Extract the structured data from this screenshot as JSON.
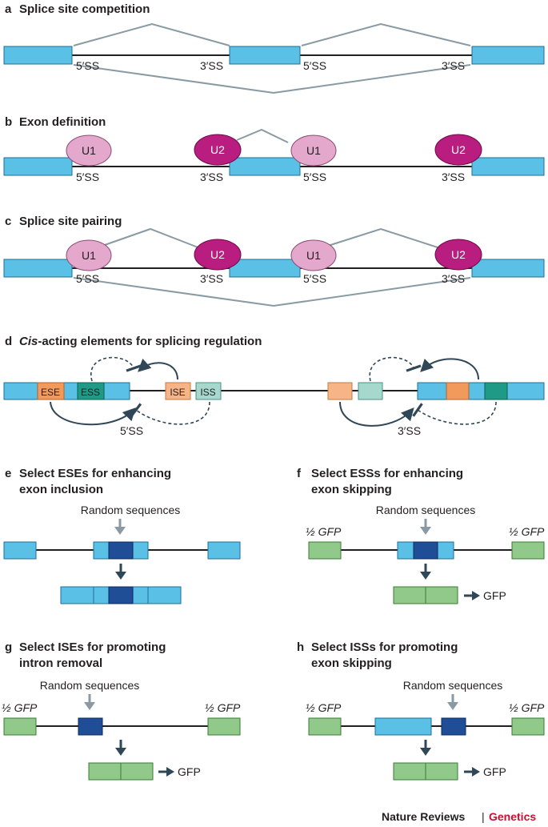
{
  "panels": {
    "a": {
      "letter": "a",
      "title": "Splice site competition",
      "labels": [
        "5′SS",
        "3′SS",
        "5′SS",
        "3′SS"
      ]
    },
    "b": {
      "letter": "b",
      "title": "Exon definition",
      "labels": [
        "5′SS",
        "3′SS",
        "5′SS",
        "3′SS"
      ],
      "proteins": [
        "U1",
        "U2",
        "U1",
        "U2"
      ]
    },
    "c": {
      "letter": "c",
      "title": "Splice site pairing",
      "labels": [
        "5′SS",
        "3′SS",
        "5′SS",
        "3′SS"
      ],
      "proteins": [
        "U1",
        "U2",
        "U1",
        "U2"
      ]
    },
    "d": {
      "letter": "d",
      "title_italic": "Cis",
      "title_rest": "-acting elements for splicing regulation",
      "elements": [
        "ESE",
        "ESS",
        "ISE",
        "ISS"
      ],
      "labels": [
        "5′SS",
        "3′SS"
      ]
    },
    "e": {
      "letter": "e",
      "title_line1": "Select ESEs for enhancing",
      "title_line2": "exon inclusion",
      "random": "Random sequences"
    },
    "f": {
      "letter": "f",
      "title_line1": "Select ESSs for enhancing",
      "title_line2": "exon skipping",
      "random": "Random sequences",
      "half_gfp": "½ GFP",
      "gfp": "GFP"
    },
    "g": {
      "letter": "g",
      "title_line1": "Select ISEs for promoting",
      "title_line2": "intron removal",
      "random": "Random sequences",
      "half_gfp": "½ GFP",
      "gfp": "GFP"
    },
    "h": {
      "letter": "h",
      "title_line1": "Select ISSs for promoting",
      "title_line2": "exon skipping",
      "random": "Random sequences",
      "half_gfp": "½ GFP",
      "gfp": "GFP"
    }
  },
  "footer": {
    "journal": "Nature Reviews",
    "separator": "|",
    "section": "Genetics"
  },
  "colors": {
    "exon": "#5bc0e6",
    "gfp_half": "#90c98a",
    "random_seq": "#1f4e96",
    "u1": "#e3a8cc",
    "u2": "#b81d7f",
    "enhancer": "#f29a5c",
    "silencer": "#1e9a86",
    "section_accent": "#c8102e"
  }
}
